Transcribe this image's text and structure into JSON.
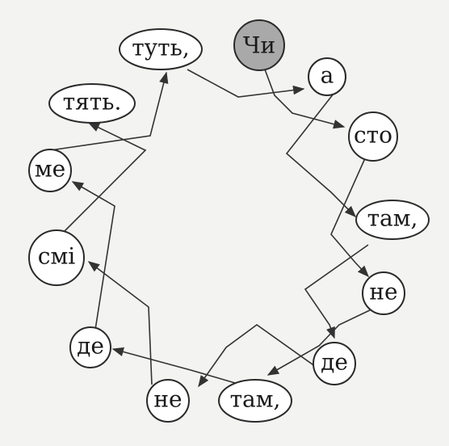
{
  "puzzle": {
    "start_word": "Чи",
    "start_color": "#a9a9a9",
    "words": [
      "а",
      "сто",
      "там,",
      "не",
      "де",
      "там,",
      "не",
      "де",
      "смі",
      "ме",
      "тять.",
      "туть,"
    ]
  }
}
